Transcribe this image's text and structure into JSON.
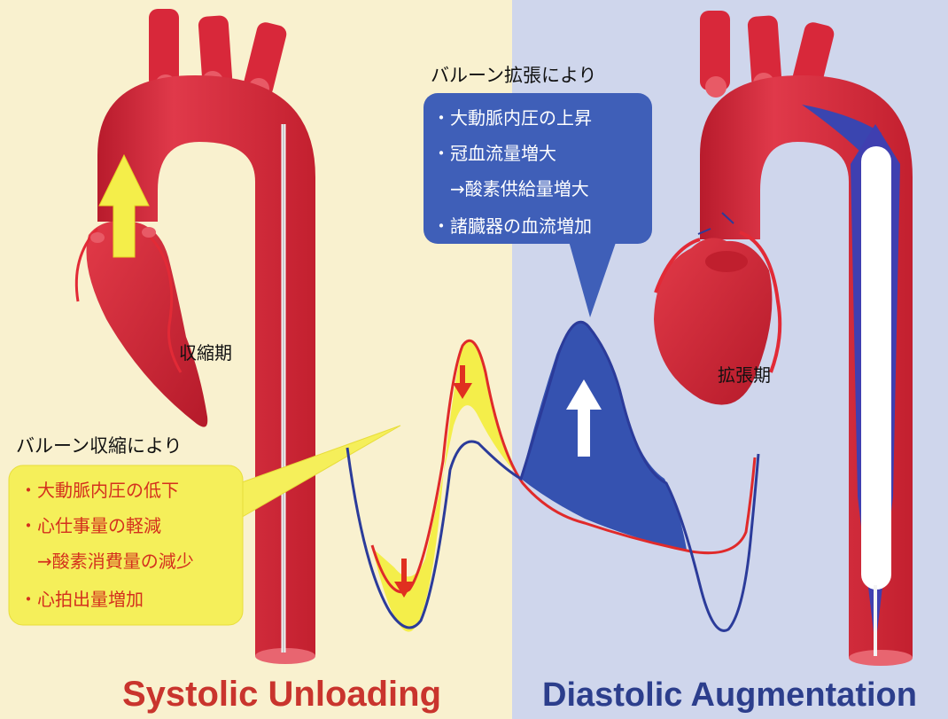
{
  "left": {
    "phase_label": "収縮期",
    "callout_heading": "バルーン収縮により",
    "callout_items": [
      "・大動脈内圧の低下",
      "・心仕事量の軽減",
      "　→酸素消費量の減少",
      "・心拍出量増加"
    ],
    "title": "Systolic Unloading"
  },
  "right": {
    "phase_label": "拡張期",
    "callout_heading": "バルーン拡張により",
    "callout_items": [
      "・大動脈内圧の上昇",
      "・冠血流量増大",
      "　→酸素供給量増大",
      "・諸臓器の血流増加"
    ],
    "title": "Diastolic Augmentation"
  },
  "colors": {
    "left_background": "#f9f1cf",
    "right_background": "#cfd6ec",
    "aorta_red": "#d8283a",
    "wave_red": "#e02a2a",
    "wave_blue": "#2b3b9a",
    "fill_yellow": "#f4ee4a",
    "fill_blue": "#3552b0",
    "callout_yellow": "#f5ef5a",
    "callout_blue": "#3f5fb8",
    "left_title": "#c9342d",
    "right_title": "#2c3e8c"
  }
}
